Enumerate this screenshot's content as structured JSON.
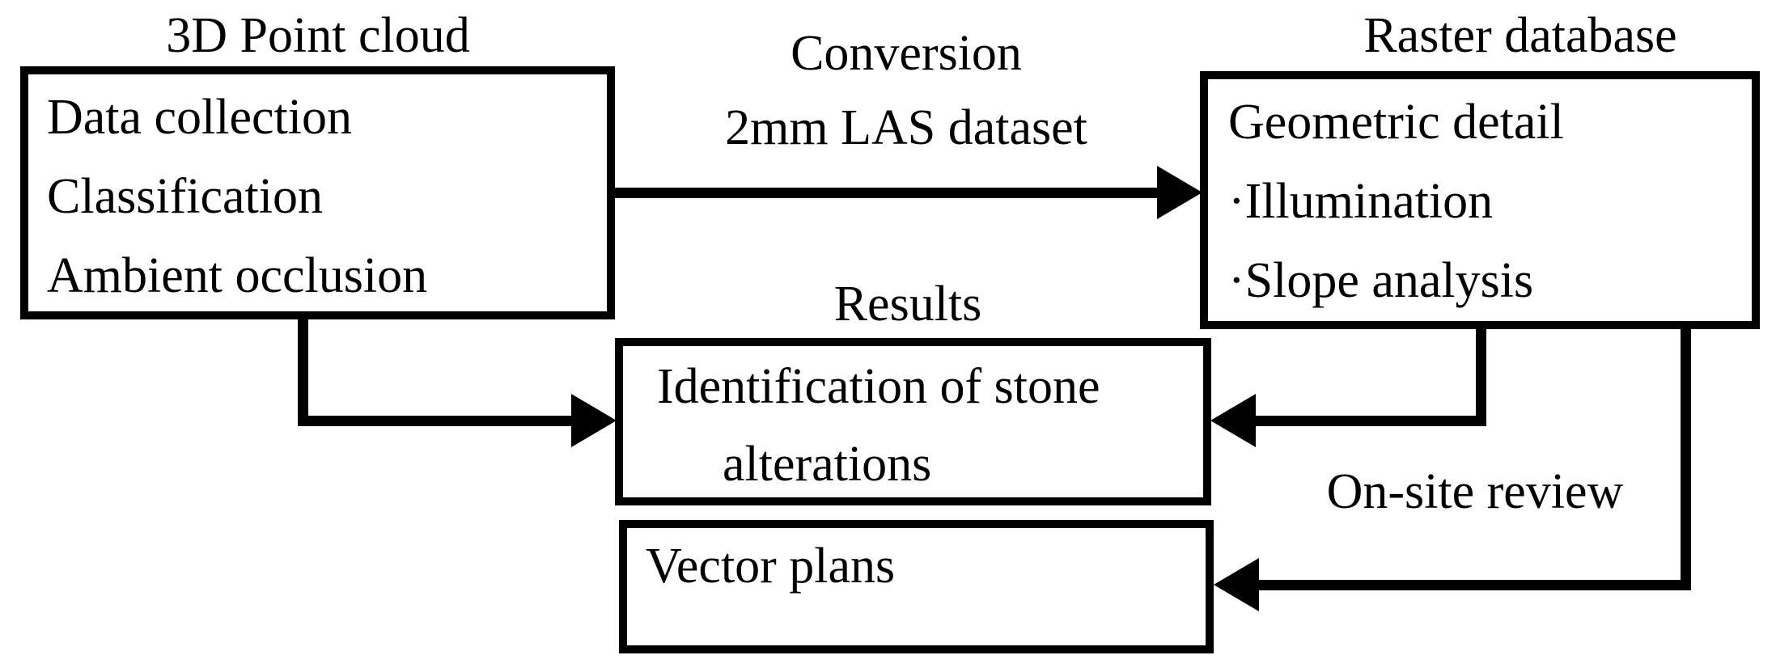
{
  "diagram": {
    "boxes": {
      "point_cloud": {
        "title": "3D Point cloud",
        "lines": [
          "Data collection",
          "Classification",
          "Ambient occlusion"
        ]
      },
      "raster": {
        "title": "Raster database",
        "lines": [
          "Geometric detail",
          "·Illumination",
          "·Slope analysis"
        ]
      },
      "results": {
        "title": "Results",
        "lines": [
          "Identification of stone",
          "alterations"
        ]
      },
      "vector": {
        "lines": [
          "Vector plans"
        ]
      }
    },
    "labels": {
      "conversion_title": "Conversion",
      "conversion_subtitle": "2mm LAS dataset",
      "onsite_review": "On-site review"
    },
    "colors": {
      "line": "#000000",
      "text": "#000000",
      "background": "#ffffff"
    }
  }
}
